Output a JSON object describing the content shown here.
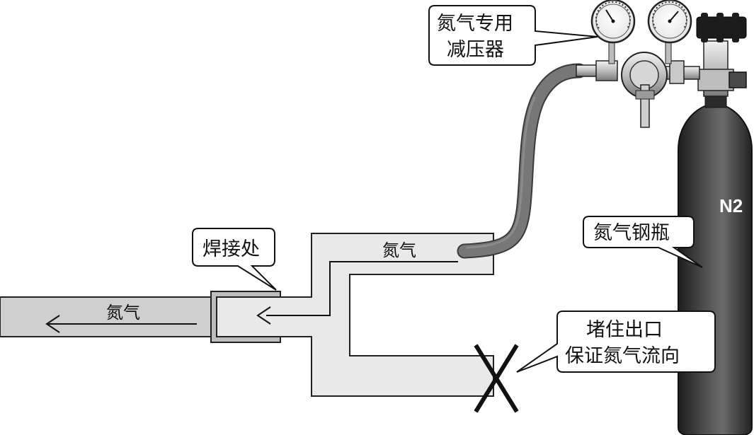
{
  "labels": {
    "regulator": [
      "氮气专用",
      "减压器"
    ],
    "weld_joint": "焊接处",
    "cylinder": "氮气钢瓶",
    "outlet": [
      "堵住出口",
      "保证氮气流向"
    ],
    "cylinder_mark": "N2",
    "gas_in_pipe_left": "氮气",
    "gas_in_fitting": "氮气"
  },
  "colors": {
    "pipe_fill": "#cfcfcf",
    "fitting_fill": "#e9e9e9",
    "cylinder_body": "#3d3d3d",
    "hose": "#6f6f6f",
    "outline": "#222222"
  }
}
